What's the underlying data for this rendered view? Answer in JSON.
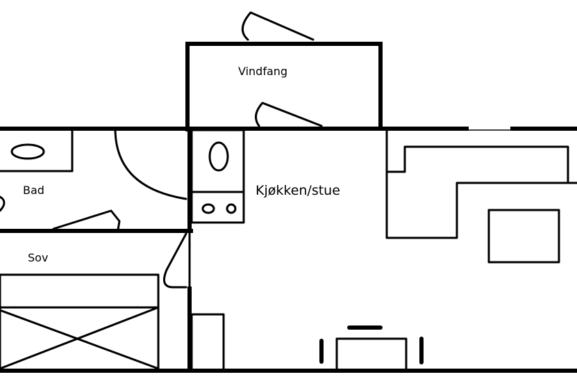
{
  "rooms": {
    "vindfang": "Vindfang",
    "kitchen_living": "Kjøkken/stue",
    "bathroom": "Bad",
    "bedroom": "Sov"
  },
  "colors": {
    "line": "#000000",
    "background": "#ffffff"
  }
}
